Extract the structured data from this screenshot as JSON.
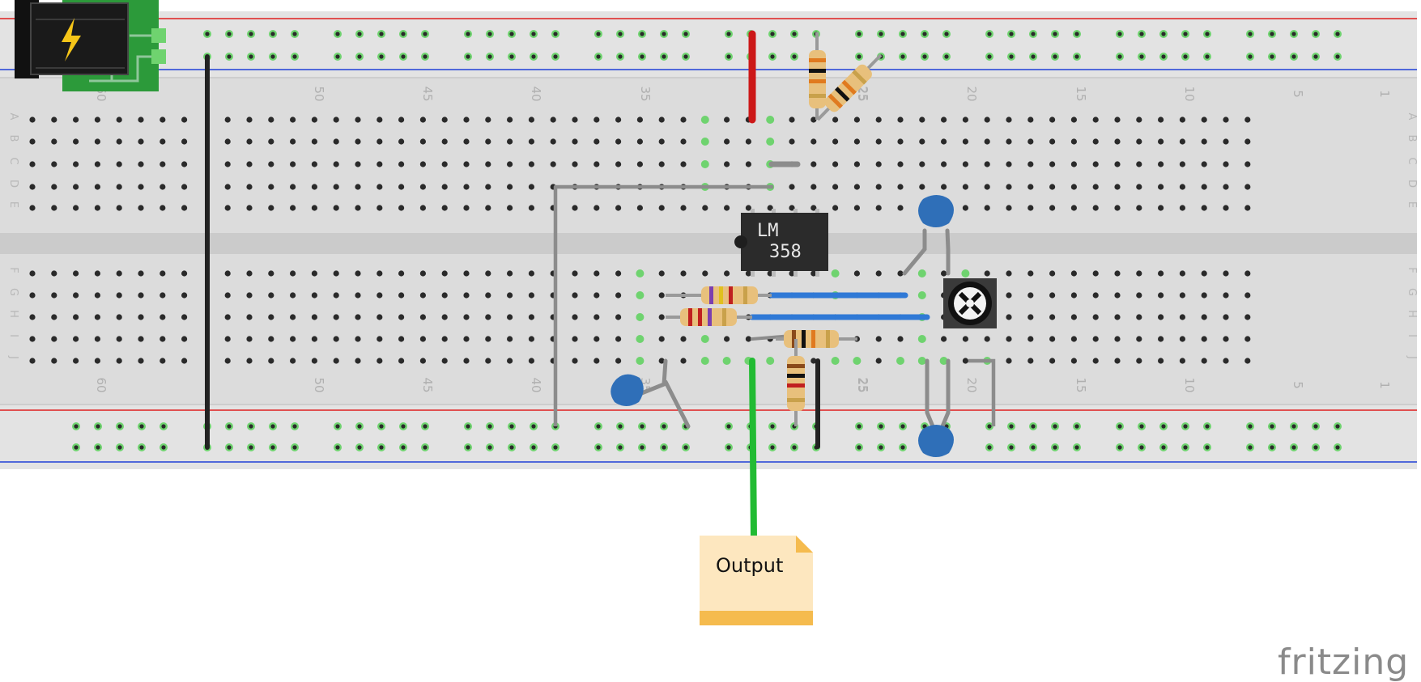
{
  "ic": {
    "line1": "LM",
    "line2": "358"
  },
  "note": {
    "text": "Output"
  },
  "brand": {
    "text": "fritzing"
  },
  "column_numbers_top": [
    "60",
    "50",
    "45",
    "40",
    "35",
    "30",
    "25",
    "20",
    "15",
    "10",
    "5",
    "1"
  ],
  "column_numbers_bottom": [
    "60",
    "50",
    "45",
    "40",
    "35",
    "30",
    "25",
    "20",
    "15",
    "10",
    "5",
    "1"
  ],
  "row_letters_top": [
    "A",
    "B",
    "C",
    "D",
    "E"
  ],
  "row_letters_bottom": [
    "F",
    "G",
    "H",
    "I",
    "J"
  ],
  "colors": {
    "board": "#dcdcdc",
    "rail_red": "#e02020",
    "rail_blue": "#1f3fd8",
    "hole": "#2a2a2a",
    "hole_used": "#6fd36f",
    "wire_black": "#222222",
    "wire_red": "#cc1818",
    "wire_gray": "#8c8c8c",
    "wire_blue": "#2f79d6",
    "wire_green": "#22bb33",
    "ic_body": "#2b2b2b",
    "capacitor": "#2f6fb8",
    "note_fill": "#fde7bf",
    "note_band": "#f5bb4e",
    "power_jack_pcb": "#2c9a3a"
  }
}
